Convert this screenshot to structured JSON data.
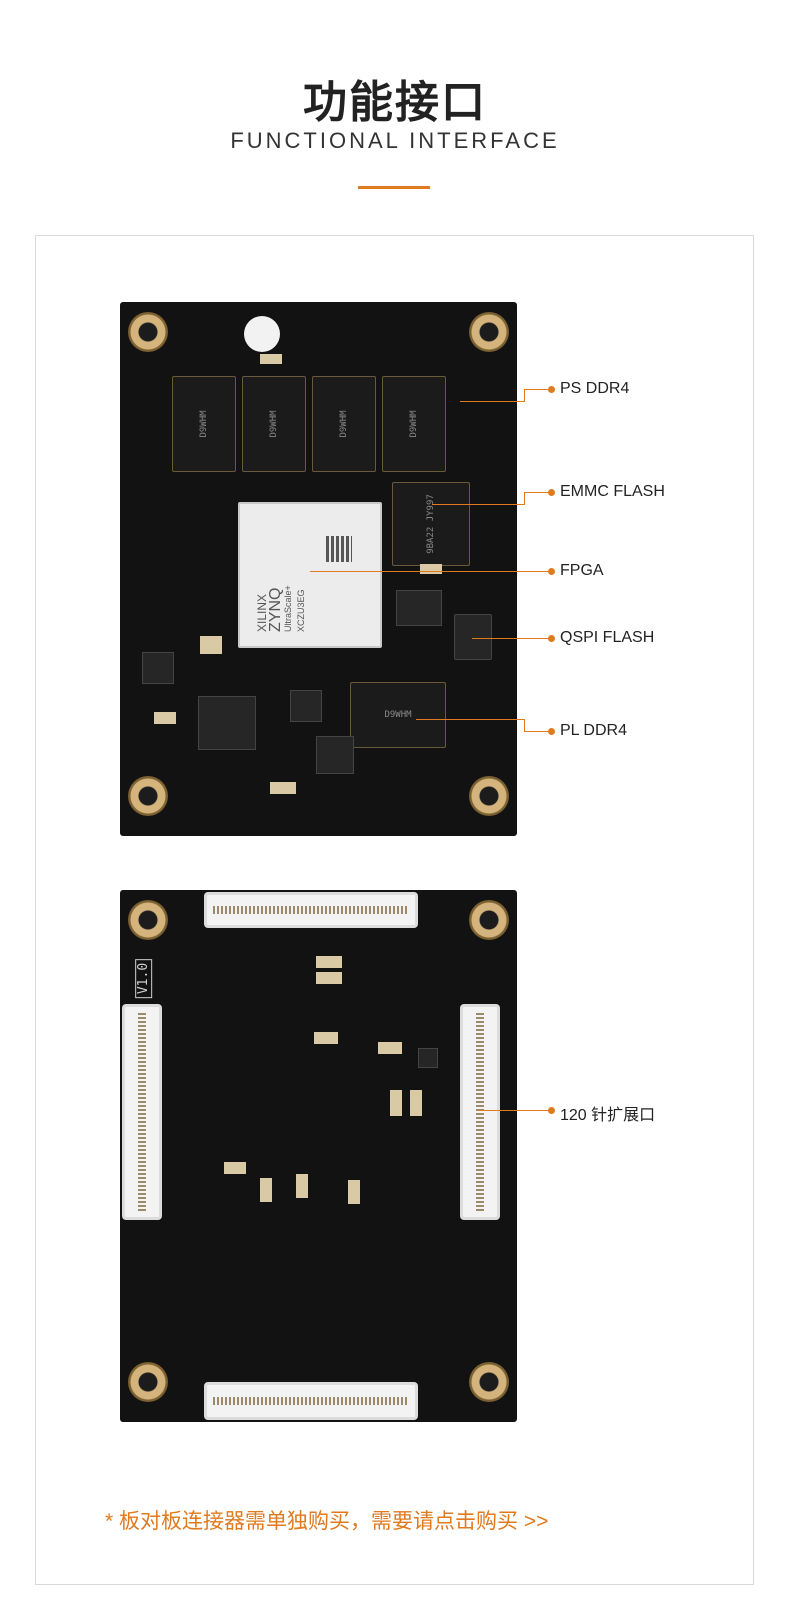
{
  "header": {
    "title_cn": "功能接口",
    "title_en": "FUNCTIONAL INTERFACE"
  },
  "board_top": {
    "labels": {
      "ps_ddr4": "PS DDR4",
      "emmc_flash": "EMMC FLASH",
      "fpga": "FPGA",
      "qspi_flash": "QSPI FLASH",
      "pl_ddr4": "PL DDR4"
    },
    "fpga_chip_text": [
      "XILINX",
      "ZYNQ",
      "UltraScale+",
      "XCZU3EG"
    ],
    "dram_marking": "D9WHM",
    "emmc_marking": "9BA22 JY997"
  },
  "board_bottom": {
    "labels": {
      "expansion": "120 针扩展口"
    },
    "version_silk": "V1.0"
  },
  "footer": {
    "note": "* 板对板连接器需单独购买，需要请点击购买 >>"
  },
  "colors": {
    "accent": "#e07a1f",
    "pcb": "#121212",
    "frame_border": "#d9d9d9"
  }
}
